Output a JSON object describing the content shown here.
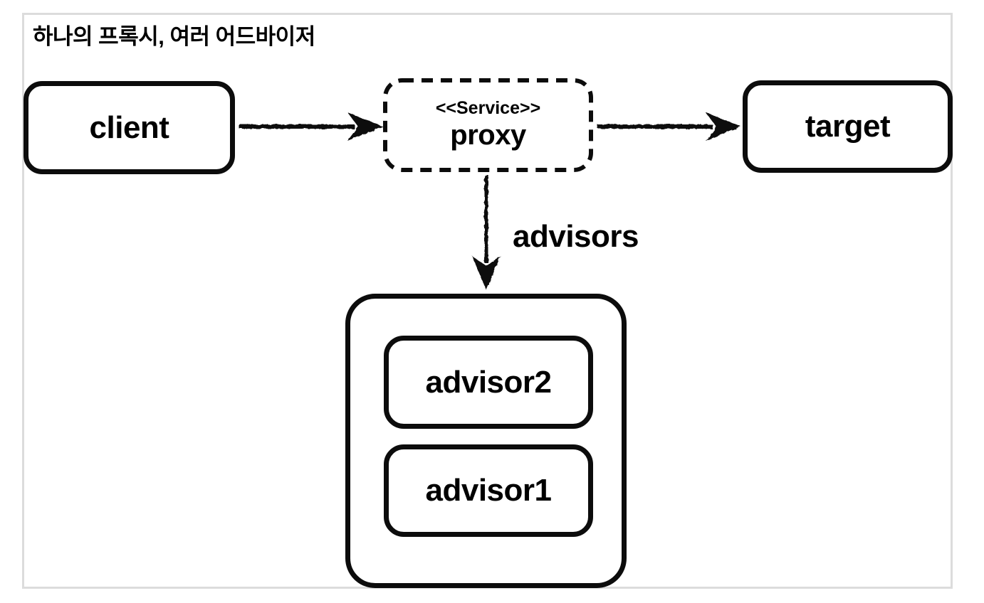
{
  "diagram": {
    "title": "하나의 프록시, 여러 어드바이저",
    "nodes": {
      "client": {
        "label": "client"
      },
      "proxy": {
        "stereotype": "<<Service>>",
        "label": "proxy"
      },
      "target": {
        "label": "target"
      },
      "advisor2": {
        "label": "advisor2"
      },
      "advisor1": {
        "label": "advisor1"
      }
    },
    "edges": [
      {
        "from": "client",
        "to": "proxy",
        "label": ""
      },
      {
        "from": "proxy",
        "to": "target",
        "label": ""
      },
      {
        "from": "proxy",
        "to": "advisors-group",
        "label": "advisors"
      }
    ],
    "colors": {
      "background": "#ffffff",
      "frame": "#dcdcdc",
      "node_border": "#0c0c0c",
      "text": "#000000"
    }
  }
}
